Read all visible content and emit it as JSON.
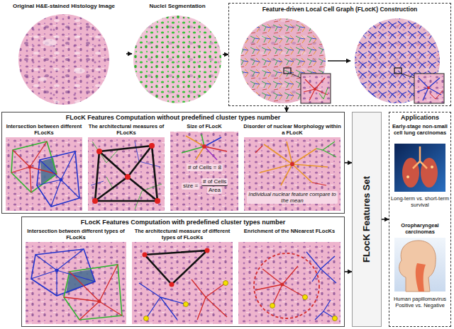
{
  "diagram": {
    "nodes": [
      {
        "text": [
          "Original H&E-stained Histology Image"
        ]
      },
      {
        "text": [
          "Nuclei Segmentation"
        ]
      },
      {
        "text": [
          "Feature-driven Local Cell Graph (FLocK) Construction"
        ]
      },
      {
        "text": [
          "FLocK Features Computation without predefined cluster types number"
        ]
      },
      {
        "text": [
          "Intersection between different FLocKs"
        ],
        "in": 3
      },
      {
        "text": [
          "The architectural measures of FLocKs"
        ],
        "in": 3
      },
      {
        "text": [
          "Size of FLocK",
          "# of Cells = 8",
          "size =",
          "# of Cells",
          "Area"
        ],
        "in": 3
      },
      {
        "text": [
          "Disorder of nuclear Morphology within a FLocK",
          "Individual nuclear feature compare to the mean"
        ],
        "in": 3
      },
      {
        "text": [
          "FLocK Features Computation with predefined cluster types number"
        ]
      },
      {
        "text": [
          "Intersection between different types of FLocKs"
        ],
        "in": 8
      },
      {
        "text": [
          "The architectural measure of different types of FLocKs"
        ],
        "in": 8
      },
      {
        "text": [
          "Enrichment of the NNearest FLocKs"
        ],
        "in": 8
      },
      {
        "text": [
          "FLocK Features Set"
        ]
      },
      {
        "text": [
          "Applications"
        ]
      },
      {
        "text": [
          "Early-stage non-small cell lung carcinomas",
          "Long-term vs. short-term survival"
        ],
        "in": 13
      },
      {
        "text": [
          "Oropharyngeal carcinomas",
          "Human papillomavirus Positive vs. Negative"
        ],
        "in": 13
      }
    ],
    "edges": [
      {
        "from": 0,
        "to": 1,
        "arrow": "to"
      },
      {
        "from": 1,
        "to": 2,
        "arrow": "to"
      },
      {
        "from": 2,
        "to": 3,
        "arrow": "to"
      },
      {
        "from": 3,
        "to": 12,
        "arrow": "to"
      },
      {
        "from": 8,
        "to": 12,
        "arrow": "to"
      },
      {
        "from": 12,
        "to": 13,
        "arrow": "to"
      }
    ]
  }
}
